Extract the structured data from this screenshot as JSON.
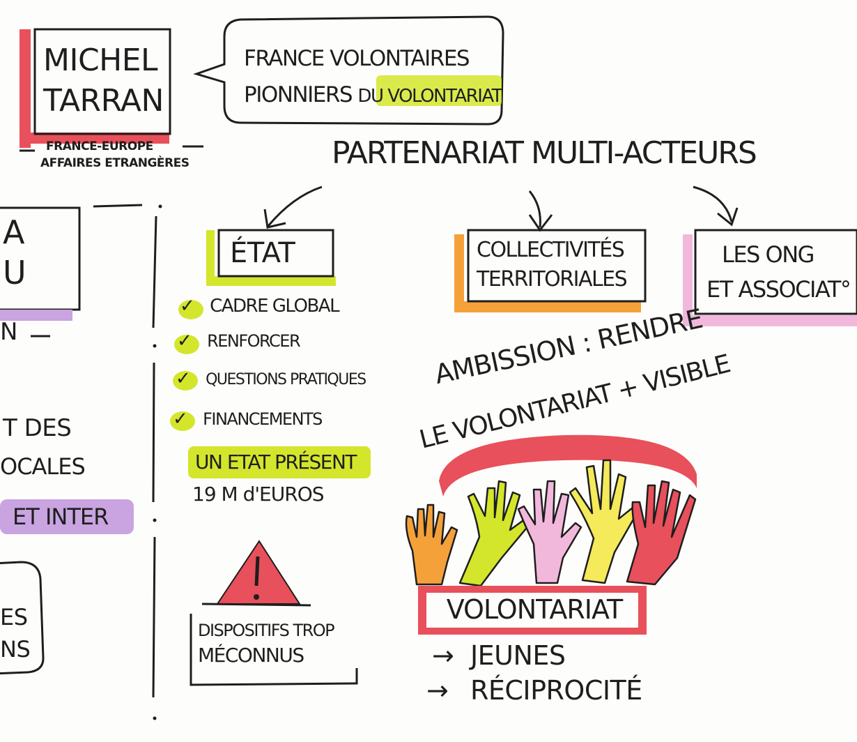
{
  "speaker": {
    "name_line1": "MiCHEL",
    "name_line2": "TARRAN",
    "affiliation_line1": "FRANCE-EUROPE",
    "affiliation_line2": "AFFAIRES ETRANGÈRES"
  },
  "speech_bubble": {
    "line1": "FRANCE VOLONTAIRES",
    "line2_plain": "PIONNIERS",
    "line2_highlight": "DU VOLONTARIAT"
  },
  "headline": "PARTENARIAT MULTI-ACTEURS",
  "actors": {
    "etat": "ÉTAT",
    "collectivites_line1": "COLLECTIVITÉS",
    "collectivites_line2": "TERRITORIALES",
    "ong_line1": "LES ONG",
    "ong_line2": "ET ASSOCIAT°"
  },
  "etat_points": [
    "CADRE GLOBAL",
    "RENFORCER",
    "QUESTIONS PRATIQUES",
    "FINANCEMENTS"
  ],
  "etat_present": {
    "label": "UN ETAT PRÉSENT",
    "amount": "19 M d'EUROS"
  },
  "warning": {
    "line1": "DISPOSITIFS TROP",
    "line2": "MÉCONNUS"
  },
  "ambition": {
    "line1": "AMBISSION : RENDRE",
    "line2": "LE VOLONTARIAT + VISIBLE"
  },
  "volontariat": {
    "label": "VOLONTARIAT",
    "item1": "JEUNES",
    "item2": "RÉCIPROCITÉ"
  },
  "left_fragments": {
    "box_line1": "A",
    "box_line2": "U",
    "under_box": "N",
    "line_a": "T DES",
    "line_b": "OCALES",
    "highlight": "ET INTER",
    "bubble_line1": "ES",
    "bubble_line2": "NS"
  },
  "colors": {
    "red": "#e8505b",
    "lime": "#d3e62c",
    "orange": "#f5a13a",
    "pink": "#f2b8dc",
    "purple": "#c9a4e0",
    "yellow": "#f4ea5a",
    "ink": "#1e1e1e"
  }
}
